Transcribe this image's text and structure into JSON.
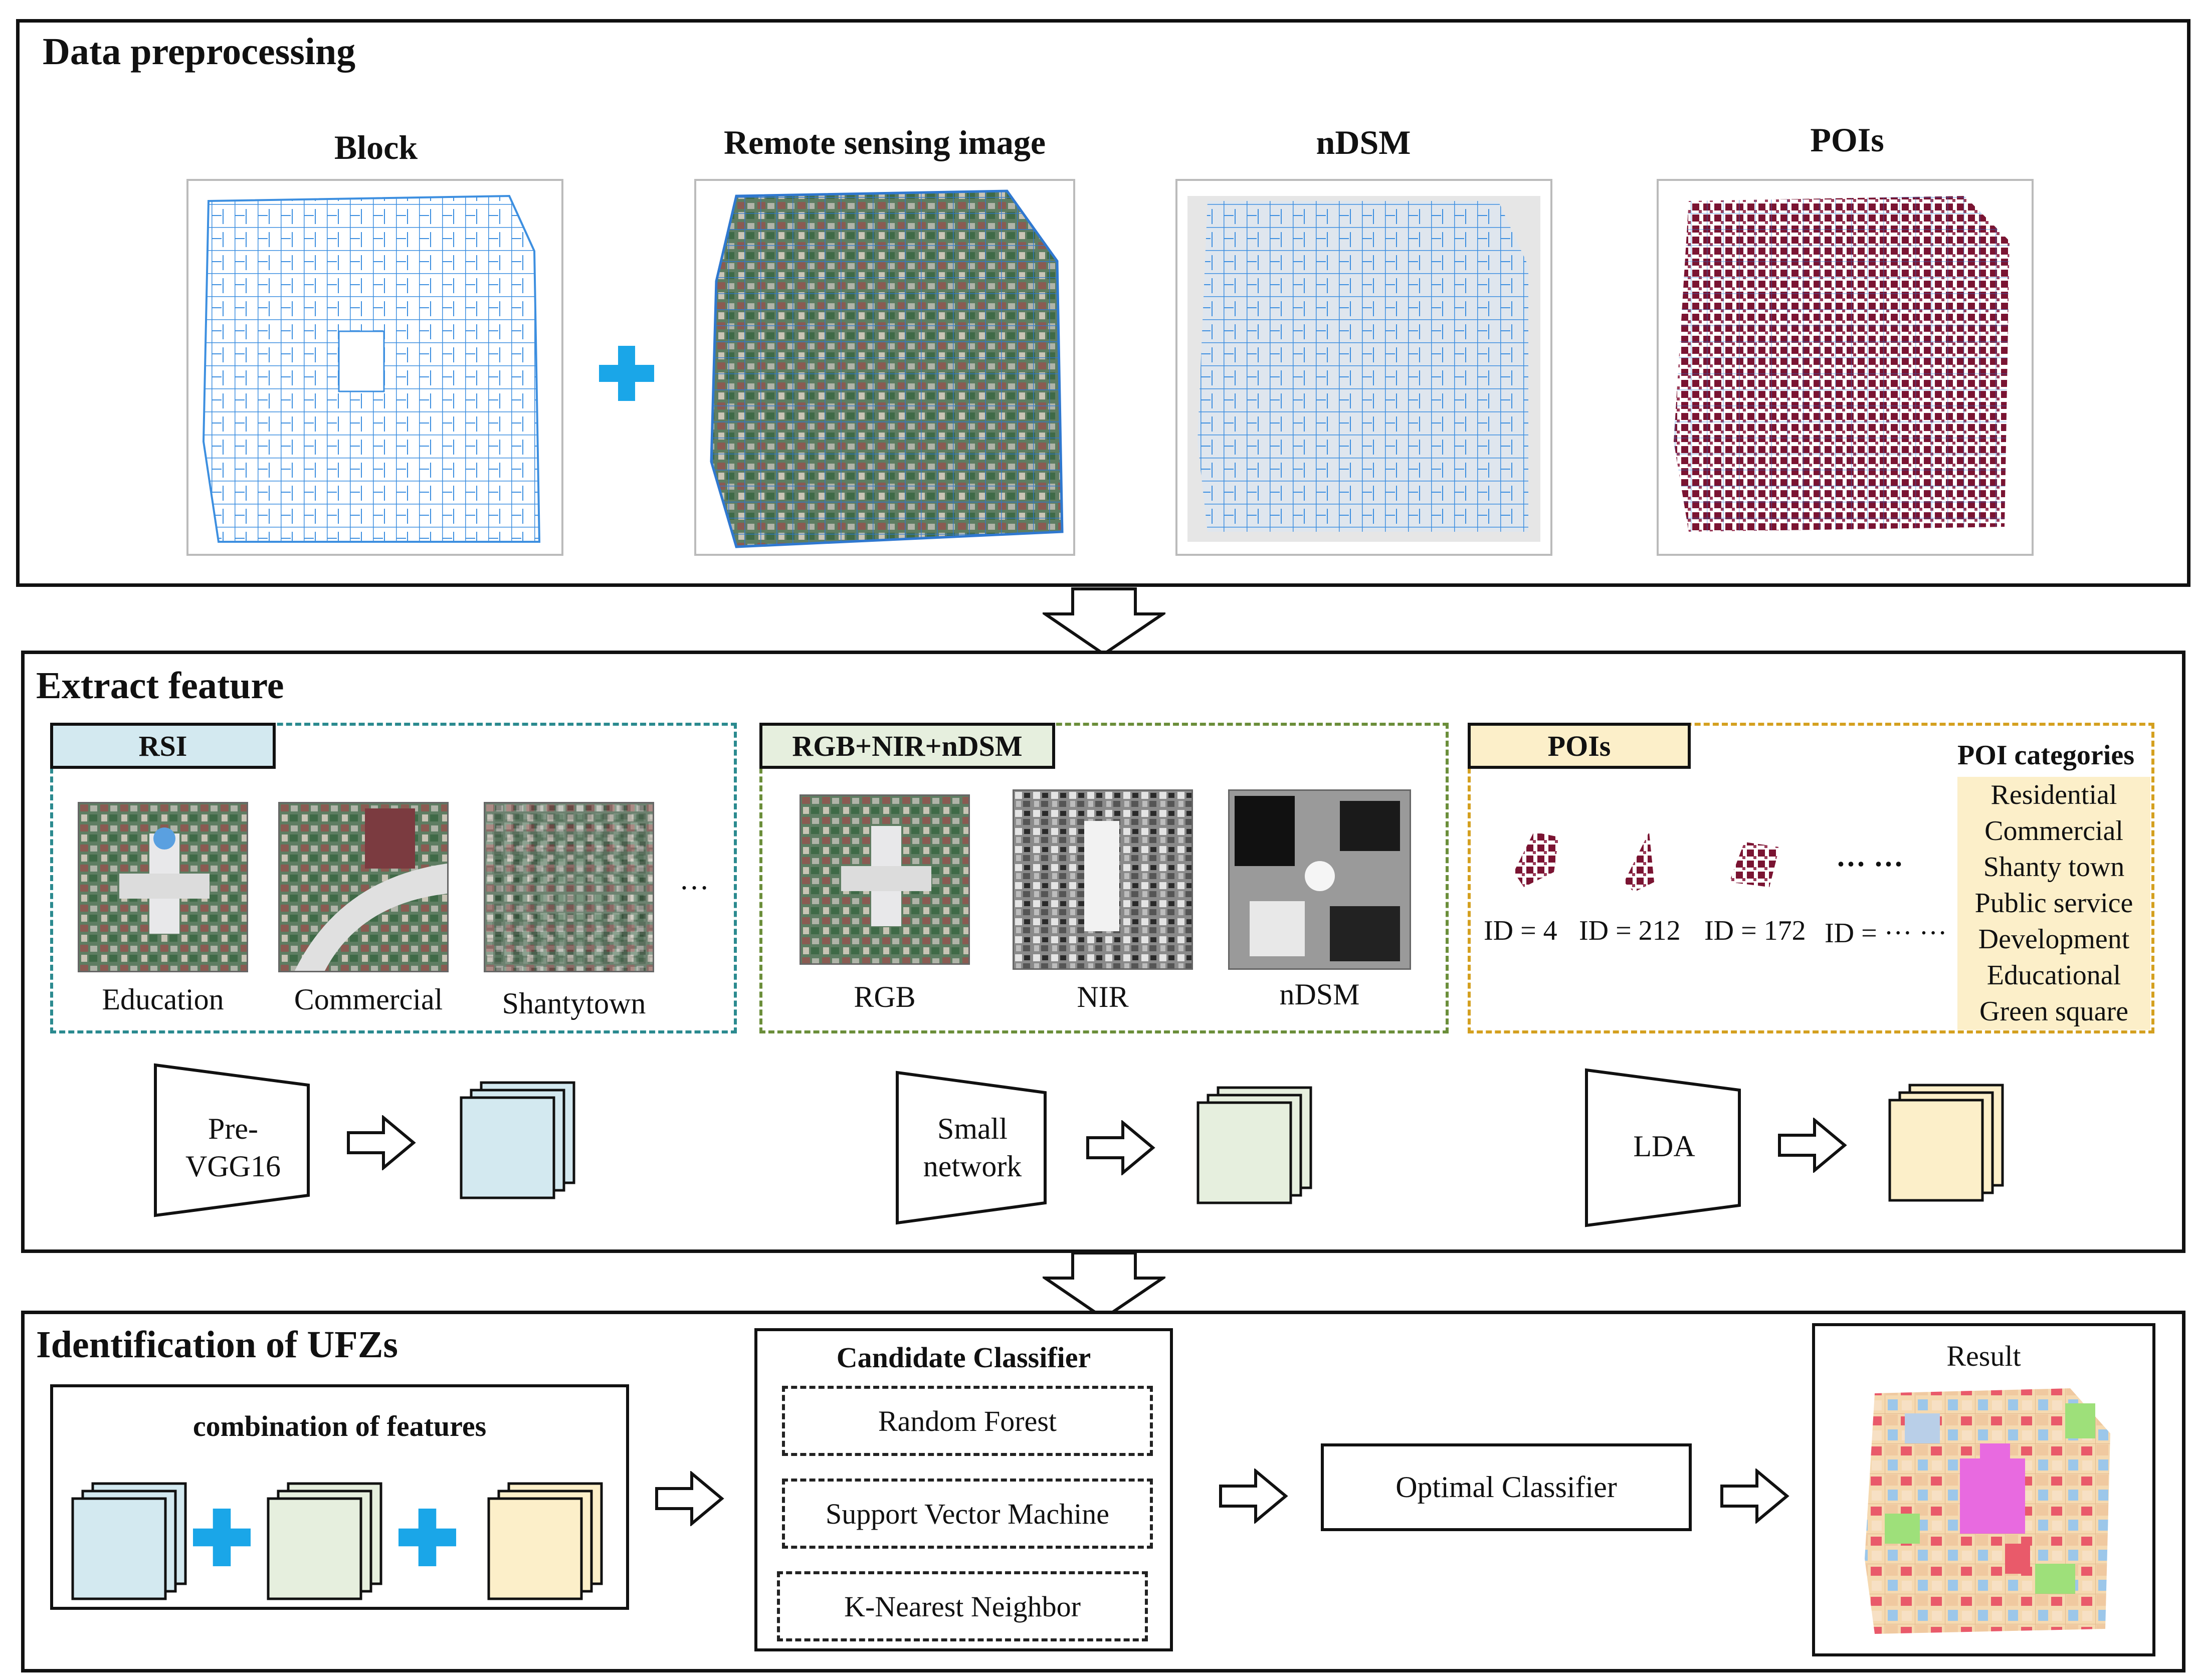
{
  "colors": {
    "rsi_fill": "#d3e9f0",
    "rgb_fill": "#e6efde",
    "poi_fill": "#fcefc9",
    "rsi_dash": "#2b8a8f",
    "rgb_dash": "#6b8e3a",
    "poi_dash": "#d4a020",
    "plus": "#1aa6e8",
    "road_blue": "#3d8fe0",
    "poi_red": "#7a1432"
  },
  "stage1": {
    "title": "Data preprocessing",
    "images": [
      {
        "label": "Block"
      },
      {
        "label": "Remote sensing image"
      },
      {
        "label": "nDSM"
      },
      {
        "label": "POIs"
      }
    ]
  },
  "stage2": {
    "title": "Extract feature",
    "rsi": {
      "tag": "RSI",
      "samples": [
        "Education",
        "Commercial",
        "Shantytown"
      ],
      "ellipsis": "…",
      "model": "Pre-\nVGG16"
    },
    "rgb": {
      "tag": "RGB+NIR+nDSM",
      "samples": [
        "RGB",
        "NIR",
        "nDSM"
      ],
      "model": "Small\nnetwork"
    },
    "pois": {
      "tag": "POIs",
      "ids": [
        "ID = 4",
        "ID = 212",
        "ID = 172",
        "ID = ··· ···"
      ],
      "ellipsis": "··· ···",
      "categories_title": "POI categories",
      "categories": [
        "Residential",
        "Commercial",
        "Shanty town",
        "Public service",
        "Development",
        "Educational",
        "Green square"
      ],
      "model": "LDA"
    }
  },
  "stage3": {
    "title": "Identification of UFZs",
    "combination_title": "combination of features",
    "candidate_title": "Candidate Classifier",
    "classifiers": [
      "Random Forest",
      "Support Vector Machine",
      "K-Nearest Neighbor"
    ],
    "optimal": "Optimal Classifier",
    "result": "Result"
  }
}
